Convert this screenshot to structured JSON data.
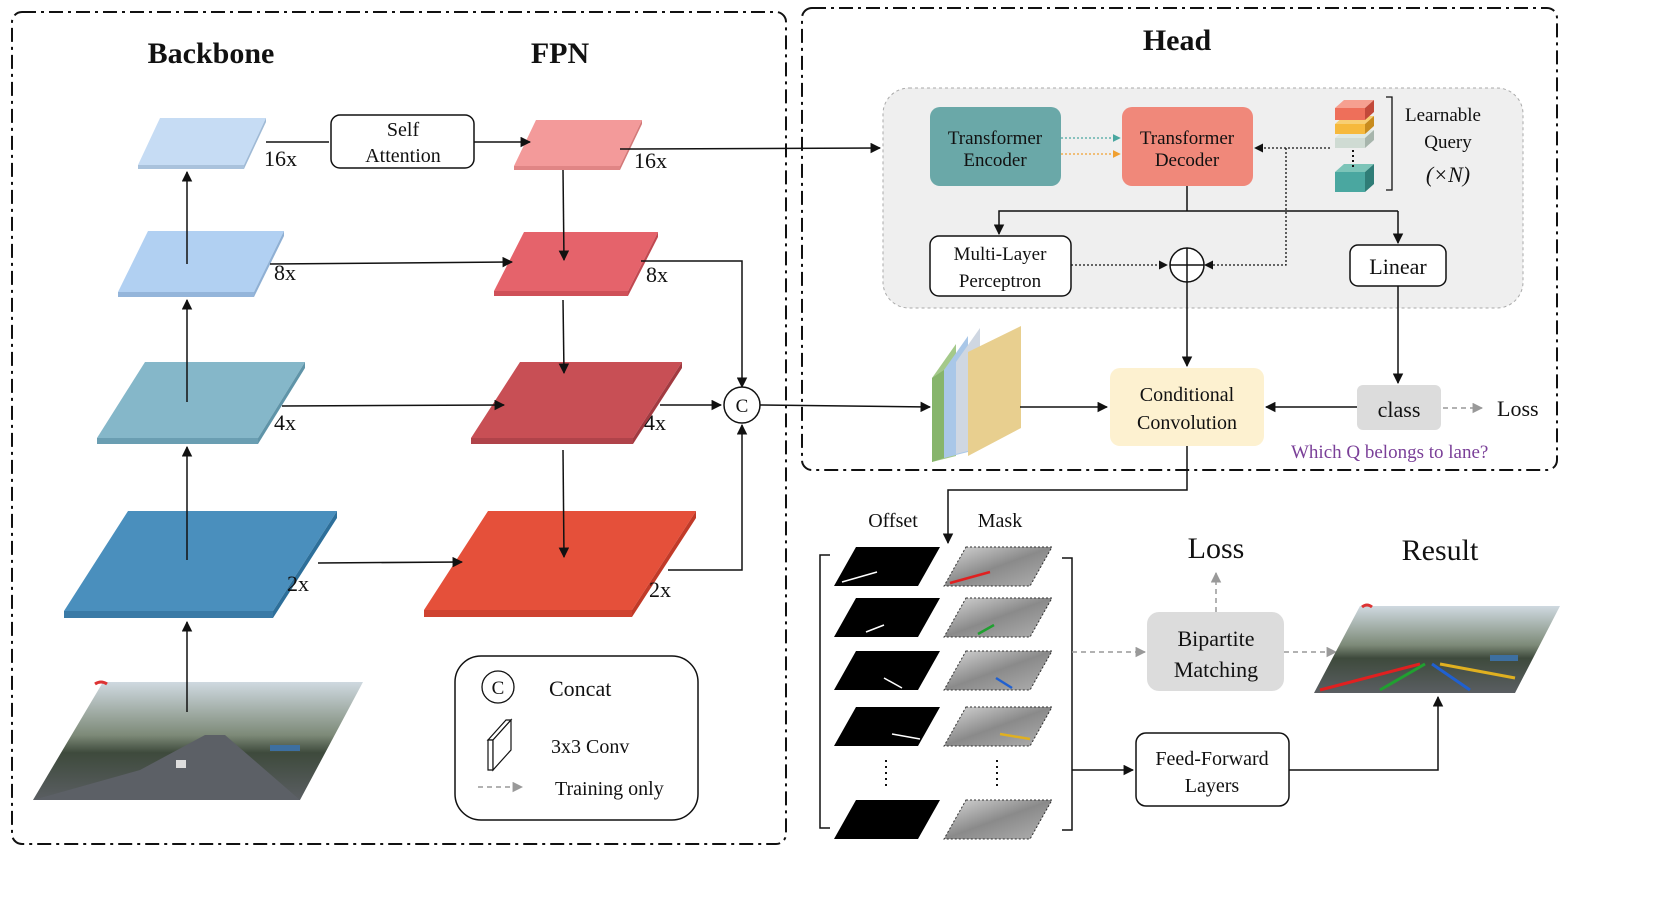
{
  "titles": {
    "backbone": "Backbone",
    "fpn": "FPN",
    "head": "Head"
  },
  "scales": {
    "s16": "16x",
    "s8": "8x",
    "s4": "4x",
    "s2": "2x"
  },
  "self_attention": {
    "line1": "Self",
    "line2": "Attention"
  },
  "concat_symbol": "C",
  "legend": {
    "concat": "Concat",
    "conv": "3x3 Conv",
    "training": "Training only"
  },
  "head": {
    "encoder": {
      "line1": "Transformer",
      "line2": "Encoder"
    },
    "decoder": {
      "line1": "Transformer",
      "line2": "Decoder"
    },
    "query": {
      "line1": "Learnable",
      "line2": "Query",
      "line3": "(×N)"
    },
    "mlp": {
      "line1": "Multi-Layer",
      "line2": "Perceptron"
    },
    "linear": "Linear"
  },
  "cond_conv": {
    "line1": "Conditional",
    "line2": "Convolution"
  },
  "class_box": "class",
  "loss": "Loss",
  "question": "Which  Q belongs  to  lane?",
  "offset": "Offset",
  "mask": "Mask",
  "loss_big": "Loss",
  "result": "Result",
  "bipartite": {
    "line1": "Bipartite",
    "line2": "Matching"
  },
  "ffn": {
    "line1": "Feed-Forward",
    "line2": "Layers"
  },
  "colors": {
    "backbone": [
      "#c6dcf4",
      "#b1d0f2",
      "#85b7c9",
      "#4a8fbd"
    ],
    "fpn": [
      "#f39a9a",
      "#e5636b",
      "#c84f55",
      "#e5503a"
    ],
    "encoder": "#6aa8a8",
    "decoder": "#f0887a",
    "cond_conv": "#fdf1d0",
    "class_box": "#dcdcdc",
    "question": "#7a3f98"
  }
}
